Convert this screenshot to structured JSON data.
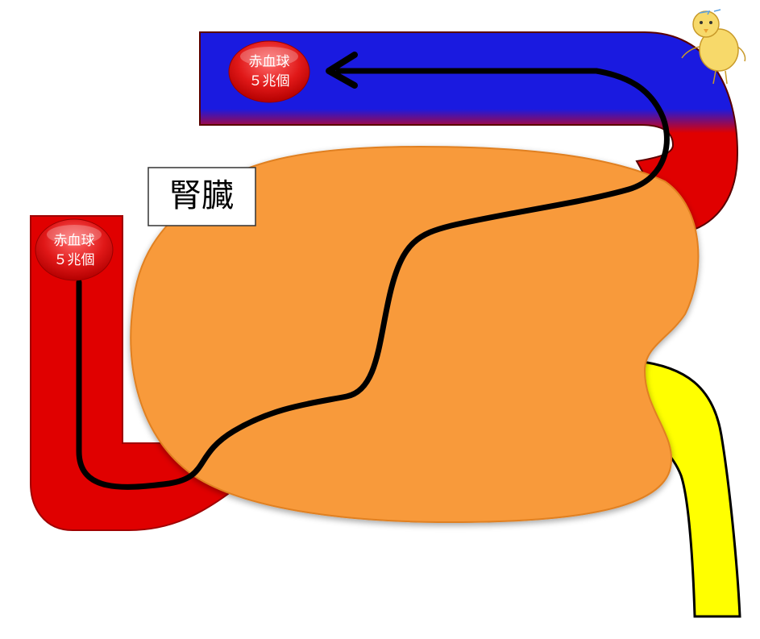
{
  "organ": {
    "label": "腎臓"
  },
  "cells_in": {
    "line1": "赤血球",
    "line2": "５兆個"
  },
  "cells_out": {
    "line1": "赤血球",
    "line2": "５兆個"
  },
  "colors": {
    "artery": "#e00000",
    "vein": "#1010d8",
    "kidney": "#f89a3a",
    "ureter": "#ffff00",
    "flow_path": "#000000",
    "cell_badge": "#e01818"
  },
  "icons": {
    "chick": "chick-illustration-icon",
    "arrow": "arrowhead-icon"
  }
}
